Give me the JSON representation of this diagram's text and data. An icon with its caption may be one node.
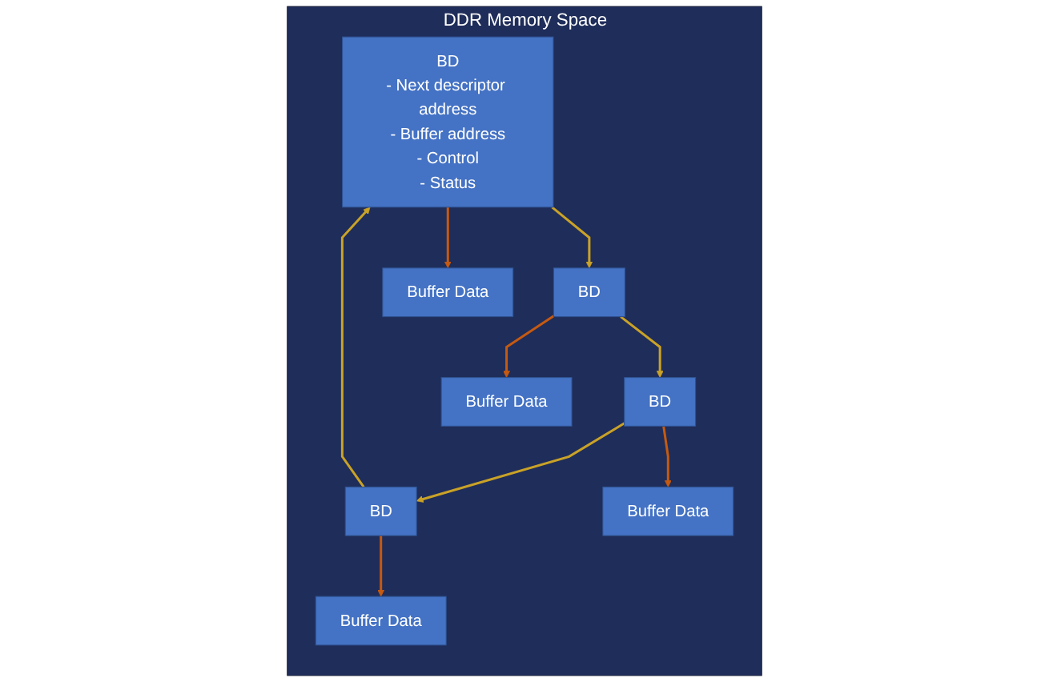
{
  "diagram": {
    "nodes": [
      {
        "text": [
          "DDR Memory Space"
        ]
      },
      {
        "text": [
          "BD",
          "- Next descriptor address",
          "- Buffer address",
          "- Control",
          "- Status"
        ],
        "in": 0
      },
      {
        "text": [
          "BD"
        ],
        "in": 0
      },
      {
        "text": [
          "BD"
        ],
        "in": 0
      },
      {
        "text": [
          "BD"
        ],
        "in": 0
      },
      {
        "text": [
          "Buffer Data"
        ],
        "in": 0
      },
      {
        "text": [
          "Buffer Data"
        ],
        "in": 0
      },
      {
        "text": [
          "Buffer Data"
        ],
        "in": 0
      },
      {
        "text": [
          "Buffer Data"
        ],
        "in": 0
      }
    ],
    "edges": [
      {
        "from": 1,
        "to": 2,
        "arrow": "to",
        "color": "#c9a227"
      },
      {
        "from": 2,
        "to": 3,
        "arrow": "to",
        "color": "#c9a227"
      },
      {
        "from": 3,
        "to": 4,
        "arrow": "to",
        "color": "#c9a227"
      },
      {
        "from": 4,
        "to": 1,
        "arrow": "to",
        "color": "#c9a227"
      },
      {
        "from": 1,
        "to": 5,
        "arrow": "to",
        "color": "#c55a11"
      },
      {
        "from": 2,
        "to": 6,
        "arrow": "to",
        "color": "#c55a11"
      },
      {
        "from": 3,
        "to": 7,
        "arrow": "to",
        "color": "#c55a11"
      },
      {
        "from": 4,
        "to": 8,
        "arrow": "to",
        "color": "#c55a11"
      }
    ]
  }
}
